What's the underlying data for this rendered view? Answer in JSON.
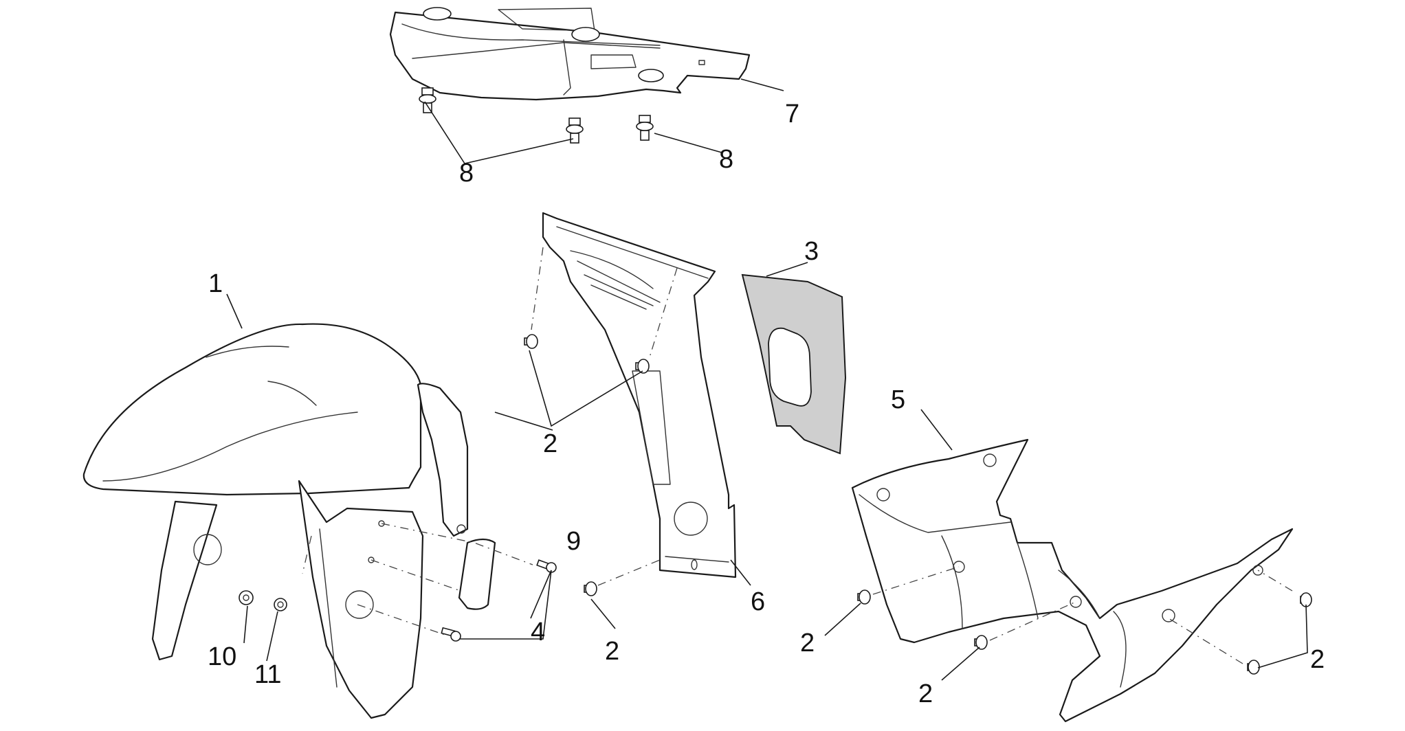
{
  "callouts": [
    {
      "id": "label-1",
      "text": "1"
    },
    {
      "id": "label-2-center",
      "text": "2"
    },
    {
      "id": "label-3",
      "text": "3"
    },
    {
      "id": "label-4",
      "text": "4"
    },
    {
      "id": "label-5",
      "text": "5"
    },
    {
      "id": "label-6",
      "text": "6"
    },
    {
      "id": "label-7",
      "text": "7"
    },
    {
      "id": "label-8-left",
      "text": "8"
    },
    {
      "id": "label-8-right",
      "text": "8"
    },
    {
      "id": "label-9",
      "text": "9"
    },
    {
      "id": "label-10",
      "text": "10"
    },
    {
      "id": "label-11",
      "text": "11"
    },
    {
      "id": "label-2-bracket",
      "text": "2"
    },
    {
      "id": "label-2-fairing-a",
      "text": "2"
    },
    {
      "id": "label-2-fairing-b",
      "text": "2"
    },
    {
      "id": "label-2-fairing-c",
      "text": "2"
    }
  ]
}
